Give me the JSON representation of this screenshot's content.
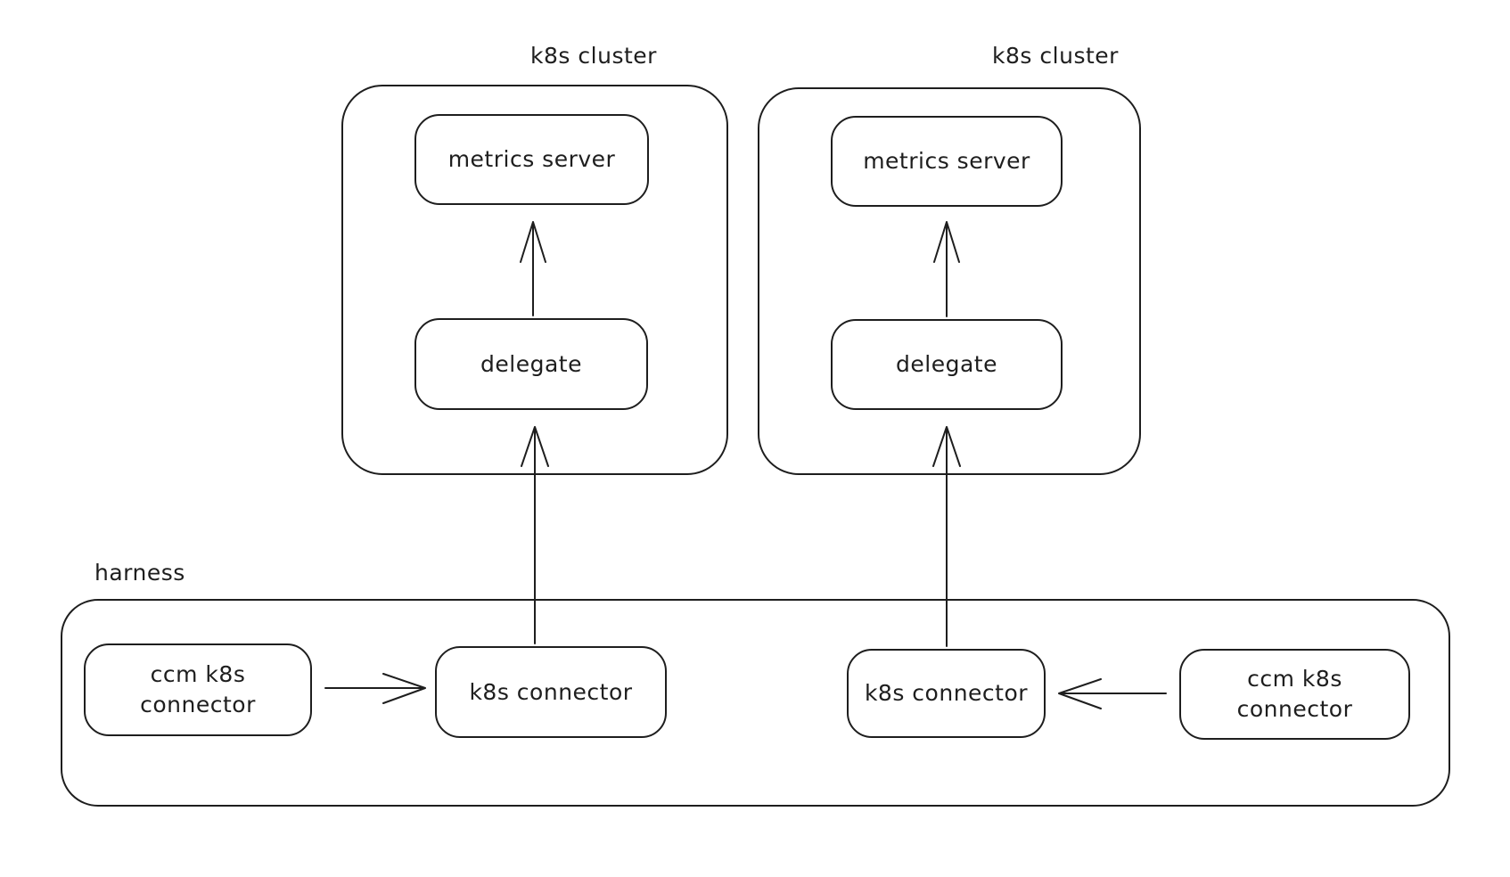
{
  "diagram": {
    "background_color": "#ffffff",
    "stroke_color": "#1e1e1e",
    "clusters": [
      {
        "label": "k8s cluster",
        "metrics_server_label": "metrics server",
        "delegate_label": "delegate"
      },
      {
        "label": "k8s cluster",
        "metrics_server_label": "metrics server",
        "delegate_label": "delegate"
      }
    ],
    "harness": {
      "label": "harness",
      "left_ccm_connector_label": "ccm k8s connector",
      "left_k8s_connector_label": "k8s connector",
      "right_k8s_connector_label": "k8s connector",
      "right_ccm_connector_label": "ccm k8s connector"
    },
    "arrows": [
      {
        "name": "left-delegate-to-metrics-server",
        "from": "delegate",
        "to": "metrics server",
        "direction": "up"
      },
      {
        "name": "right-delegate-to-metrics-server",
        "from": "delegate",
        "to": "metrics server",
        "direction": "up"
      },
      {
        "name": "left-k8s-connector-to-delegate",
        "from": "k8s connector",
        "to": "delegate",
        "direction": "up"
      },
      {
        "name": "right-k8s-connector-to-delegate",
        "from": "k8s connector",
        "to": "delegate",
        "direction": "up"
      },
      {
        "name": "left-ccm-to-k8s-connector",
        "from": "ccm k8s connector",
        "to": "k8s connector",
        "direction": "right"
      },
      {
        "name": "right-ccm-to-k8s-connector",
        "from": "ccm k8s connector",
        "to": "k8s connector",
        "direction": "left"
      }
    ]
  }
}
